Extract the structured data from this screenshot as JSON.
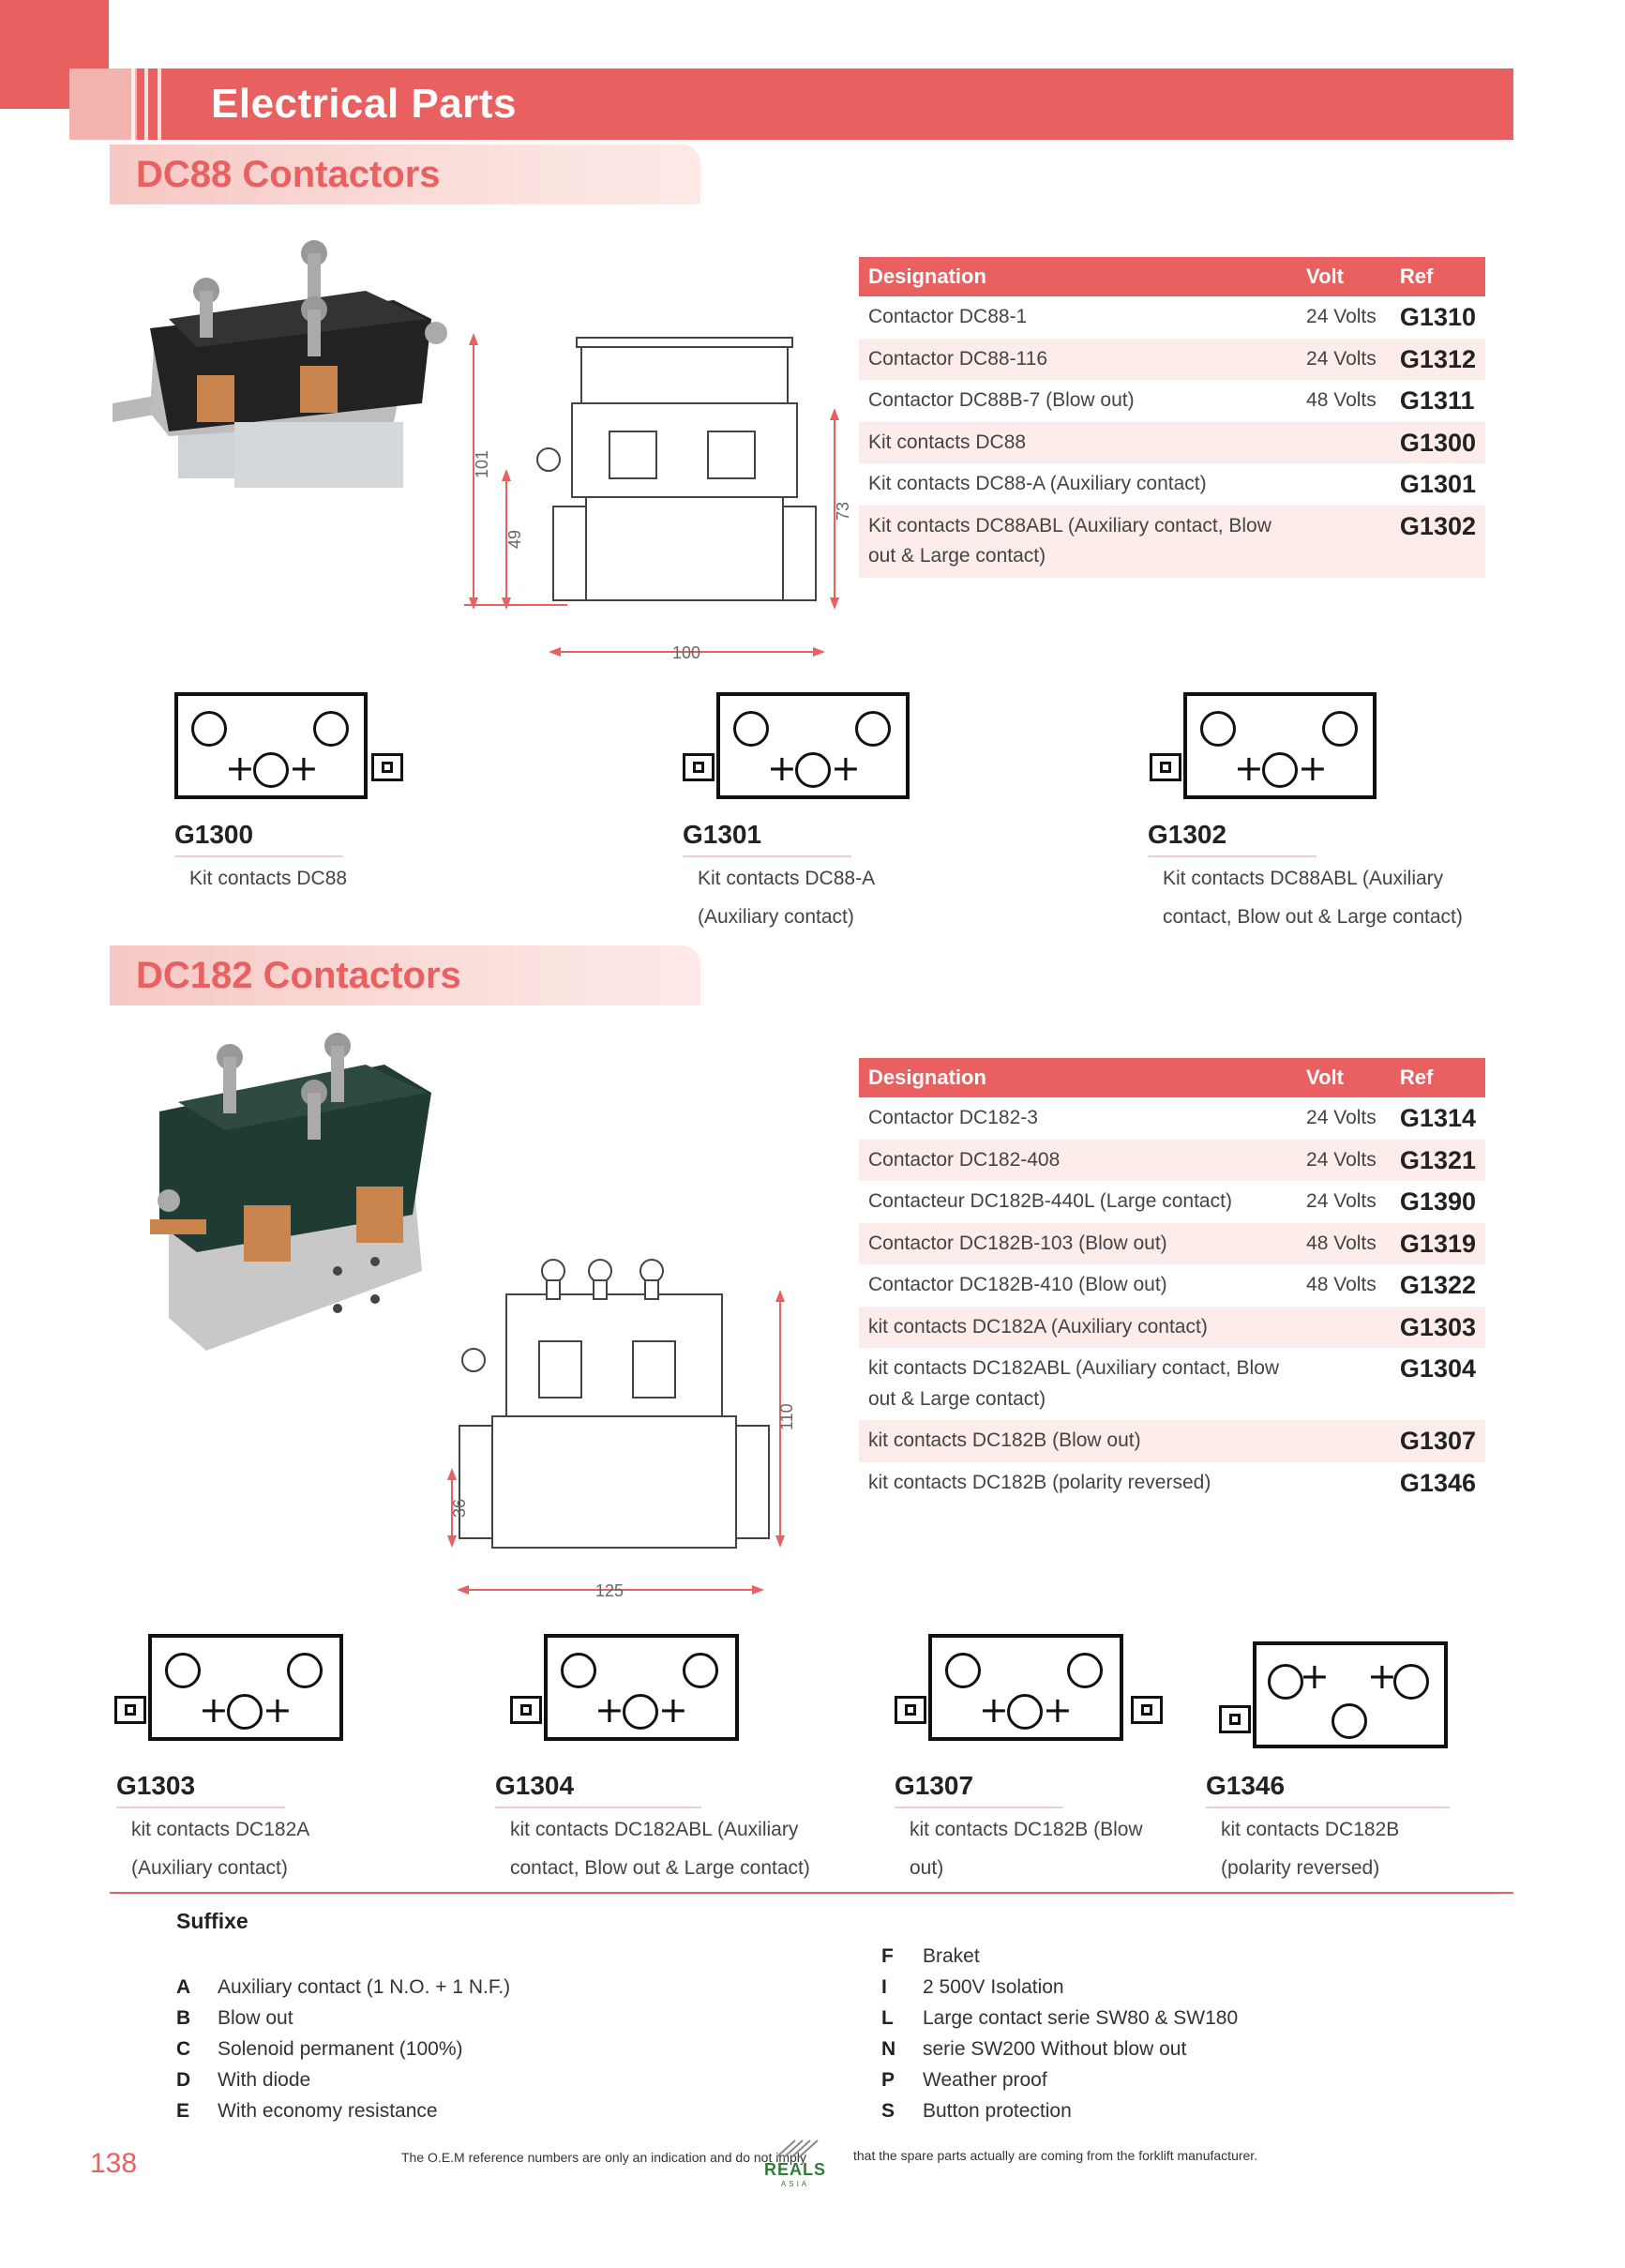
{
  "header": {
    "title": "Electrical Parts"
  },
  "sections": [
    {
      "title": "DC88 Contactors",
      "table": {
        "headers": {
          "designation": "Designation",
          "volt": "Volt",
          "ref": "Ref"
        },
        "rows": [
          {
            "designation": "Contactor DC88-1",
            "volt": "24 Volts",
            "ref": "G1310"
          },
          {
            "designation": "Contactor DC88-116",
            "volt": "24 Volts",
            "ref": "G1312"
          },
          {
            "designation": "Contactor DC88B-7 (Blow out)",
            "volt": "48 Volts",
            "ref": "G1311"
          },
          {
            "designation": "Kit contacts DC88",
            "volt": "",
            "ref": "G1300"
          },
          {
            "designation": "Kit contacts DC88-A (Auxiliary contact)",
            "volt": "",
            "ref": "G1301"
          },
          {
            "designation": "Kit contacts DC88ABL (Auxiliary contact, Blow out & Large contact)",
            "volt": "",
            "ref": "G1302"
          }
        ]
      },
      "dimensions": {
        "height_total": "101",
        "height_lower": "49",
        "height_body": "73",
        "width": "100"
      },
      "kits": [
        {
          "ref": "G1300",
          "desc": "Kit contacts DC88"
        },
        {
          "ref": "G1301",
          "desc": "Kit contacts DC88-A (Auxiliary contact)"
        },
        {
          "ref": "G1302",
          "desc": "Kit contacts DC88ABL (Auxiliary contact, Blow out & Large contact)"
        }
      ]
    },
    {
      "title": "DC182 Contactors",
      "table": {
        "headers": {
          "designation": "Designation",
          "volt": "Volt",
          "ref": "Ref"
        },
        "rows": [
          {
            "designation": "Contactor DC182-3",
            "volt": "24 Volts",
            "ref": "G1314"
          },
          {
            "designation": "Contactor DC182-408",
            "volt": "24 Volts",
            "ref": "G1321"
          },
          {
            "designation": "Contacteur DC182B-440L  (Large contact)",
            "volt": "24 Volts",
            "ref": "G1390"
          },
          {
            "designation": "Contactor DC182B-103 (Blow out)",
            "volt": "48 Volts",
            "ref": "G1319"
          },
          {
            "designation": "Contactor DC182B-410 (Blow out)",
            "volt": "48 Volts",
            "ref": "G1322"
          },
          {
            "designation": "kit contacts DC182A (Auxiliary contact)",
            "volt": "",
            "ref": "G1303"
          },
          {
            "designation": "kit contacts DC182ABL (Auxiliary contact, Blow out & Large contact)",
            "volt": "",
            "ref": "G1304"
          },
          {
            "designation": "kit contacts DC182B (Blow out)",
            "volt": "",
            "ref": "G1307"
          },
          {
            "designation": "kit contacts DC182B (polarity reversed)",
            "volt": "",
            "ref": "G1346"
          }
        ]
      },
      "dimensions": {
        "height_total": "110",
        "height_lower": "36",
        "width": "125"
      },
      "kits": [
        {
          "ref": "G1303",
          "desc": "kit contacts DC182A (Auxiliary contact)"
        },
        {
          "ref": "G1304",
          "desc": "kit contacts DC182ABL (Auxiliary contact, Blow out & Large contact)"
        },
        {
          "ref": "G1307",
          "desc": "kit contacts DC182B (Blow out)"
        },
        {
          "ref": "G1346",
          "desc": "kit contacts DC182B (polarity reversed)"
        }
      ]
    }
  ],
  "suffixe": {
    "title": "Suffixe",
    "left": [
      {
        "code": "A",
        "text": "Auxiliary contact (1 N.O. + 1 N.F.)"
      },
      {
        "code": "B",
        "text": "Blow out"
      },
      {
        "code": "C",
        "text": "Solenoid permanent (100%)"
      },
      {
        "code": "D",
        "text": "With diode"
      },
      {
        "code": "E",
        "text": "With economy resistance"
      }
    ],
    "right": [
      {
        "code": "F",
        "text": "Braket"
      },
      {
        "code": "I",
        "text": "2 500V Isolation"
      },
      {
        "code": "L",
        "text": "Large contact serie SW80 & SW180"
      },
      {
        "code": "N",
        "text": "serie SW200 Without blow out"
      },
      {
        "code": "P",
        "text": "Weather proof"
      },
      {
        "code": "S",
        "text": "Button protection"
      }
    ]
  },
  "footer": {
    "note_left": "The O.E.M reference numbers are only an indication and do not imply",
    "note_right": "that the spare parts actually are coming from the forklift manufacturer.",
    "logo": "REALS",
    "logo_sub": "ASIA",
    "page_number": "138"
  },
  "colors": {
    "accent": "#e8605f",
    "accent_light": "#fcecea"
  },
  "symbols": {
    "plus": "+"
  }
}
